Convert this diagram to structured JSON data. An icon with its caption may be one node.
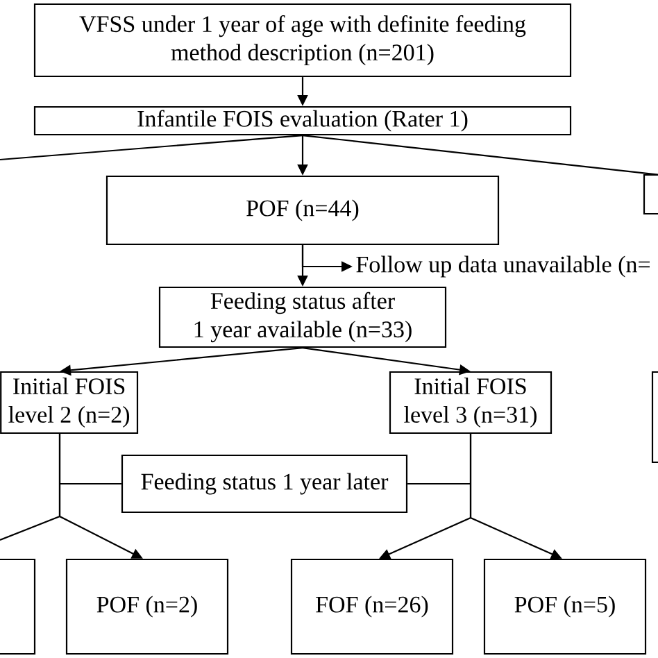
{
  "diagram": {
    "nodes": [
      {
        "text": [
          "VFSS under 1 year of age with definite feeding method description (n=201)"
        ]
      },
      {
        "text": [
          "Infantile FOIS evaluation (Rater 1)"
        ]
      },
      {
        "text": [
          "POF (n=44)"
        ]
      },
      {
        "text": [],
        "shape": "box"
      },
      {
        "text": [
          "Feeding status after 1 year available (n=33)"
        ]
      },
      {
        "text": [
          "Follow up data unavailable (n="
        ]
      },
      {
        "text": [
          "Initial FOIS level 2 (n=2)"
        ]
      },
      {
        "text": [
          "Initial FOIS level 3 (n=31)"
        ]
      },
      {
        "text": [],
        "shape": "box"
      },
      {
        "text": [
          "Feeding status 1 year later"
        ]
      },
      {
        "text": [],
        "shape": "box"
      },
      {
        "text": [
          "POF (n=2)"
        ]
      },
      {
        "text": [
          "FOF (n=26)"
        ]
      },
      {
        "text": [
          "POF (n=5)"
        ]
      }
    ],
    "edges": [
      {
        "from": 0,
        "to": 1,
        "arrow": "to"
      },
      {
        "from": 1,
        "to": 2,
        "arrow": "to"
      },
      {
        "from": 1,
        "to": null,
        "arrow": "none"
      },
      {
        "from": 1,
        "to": 3,
        "arrow": "none"
      },
      {
        "from": 2,
        "to": 4,
        "arrow": "to"
      },
      {
        "from": 2,
        "to": 5,
        "arrow": "to"
      },
      {
        "from": 4,
        "to": 6,
        "arrow": "to"
      },
      {
        "from": 4,
        "to": 7,
        "arrow": "to"
      },
      {
        "from": 6,
        "to": null,
        "arrow": "none"
      },
      {
        "from": 6,
        "to": 11,
        "arrow": "to"
      },
      {
        "from": 7,
        "to": 12,
        "arrow": "to"
      },
      {
        "from": 7,
        "to": 13,
        "arrow": "to"
      },
      {
        "from": 9,
        "to": null,
        "arrow": "none"
      },
      {
        "from": 9,
        "to": null,
        "arrow": "none"
      }
    ]
  }
}
